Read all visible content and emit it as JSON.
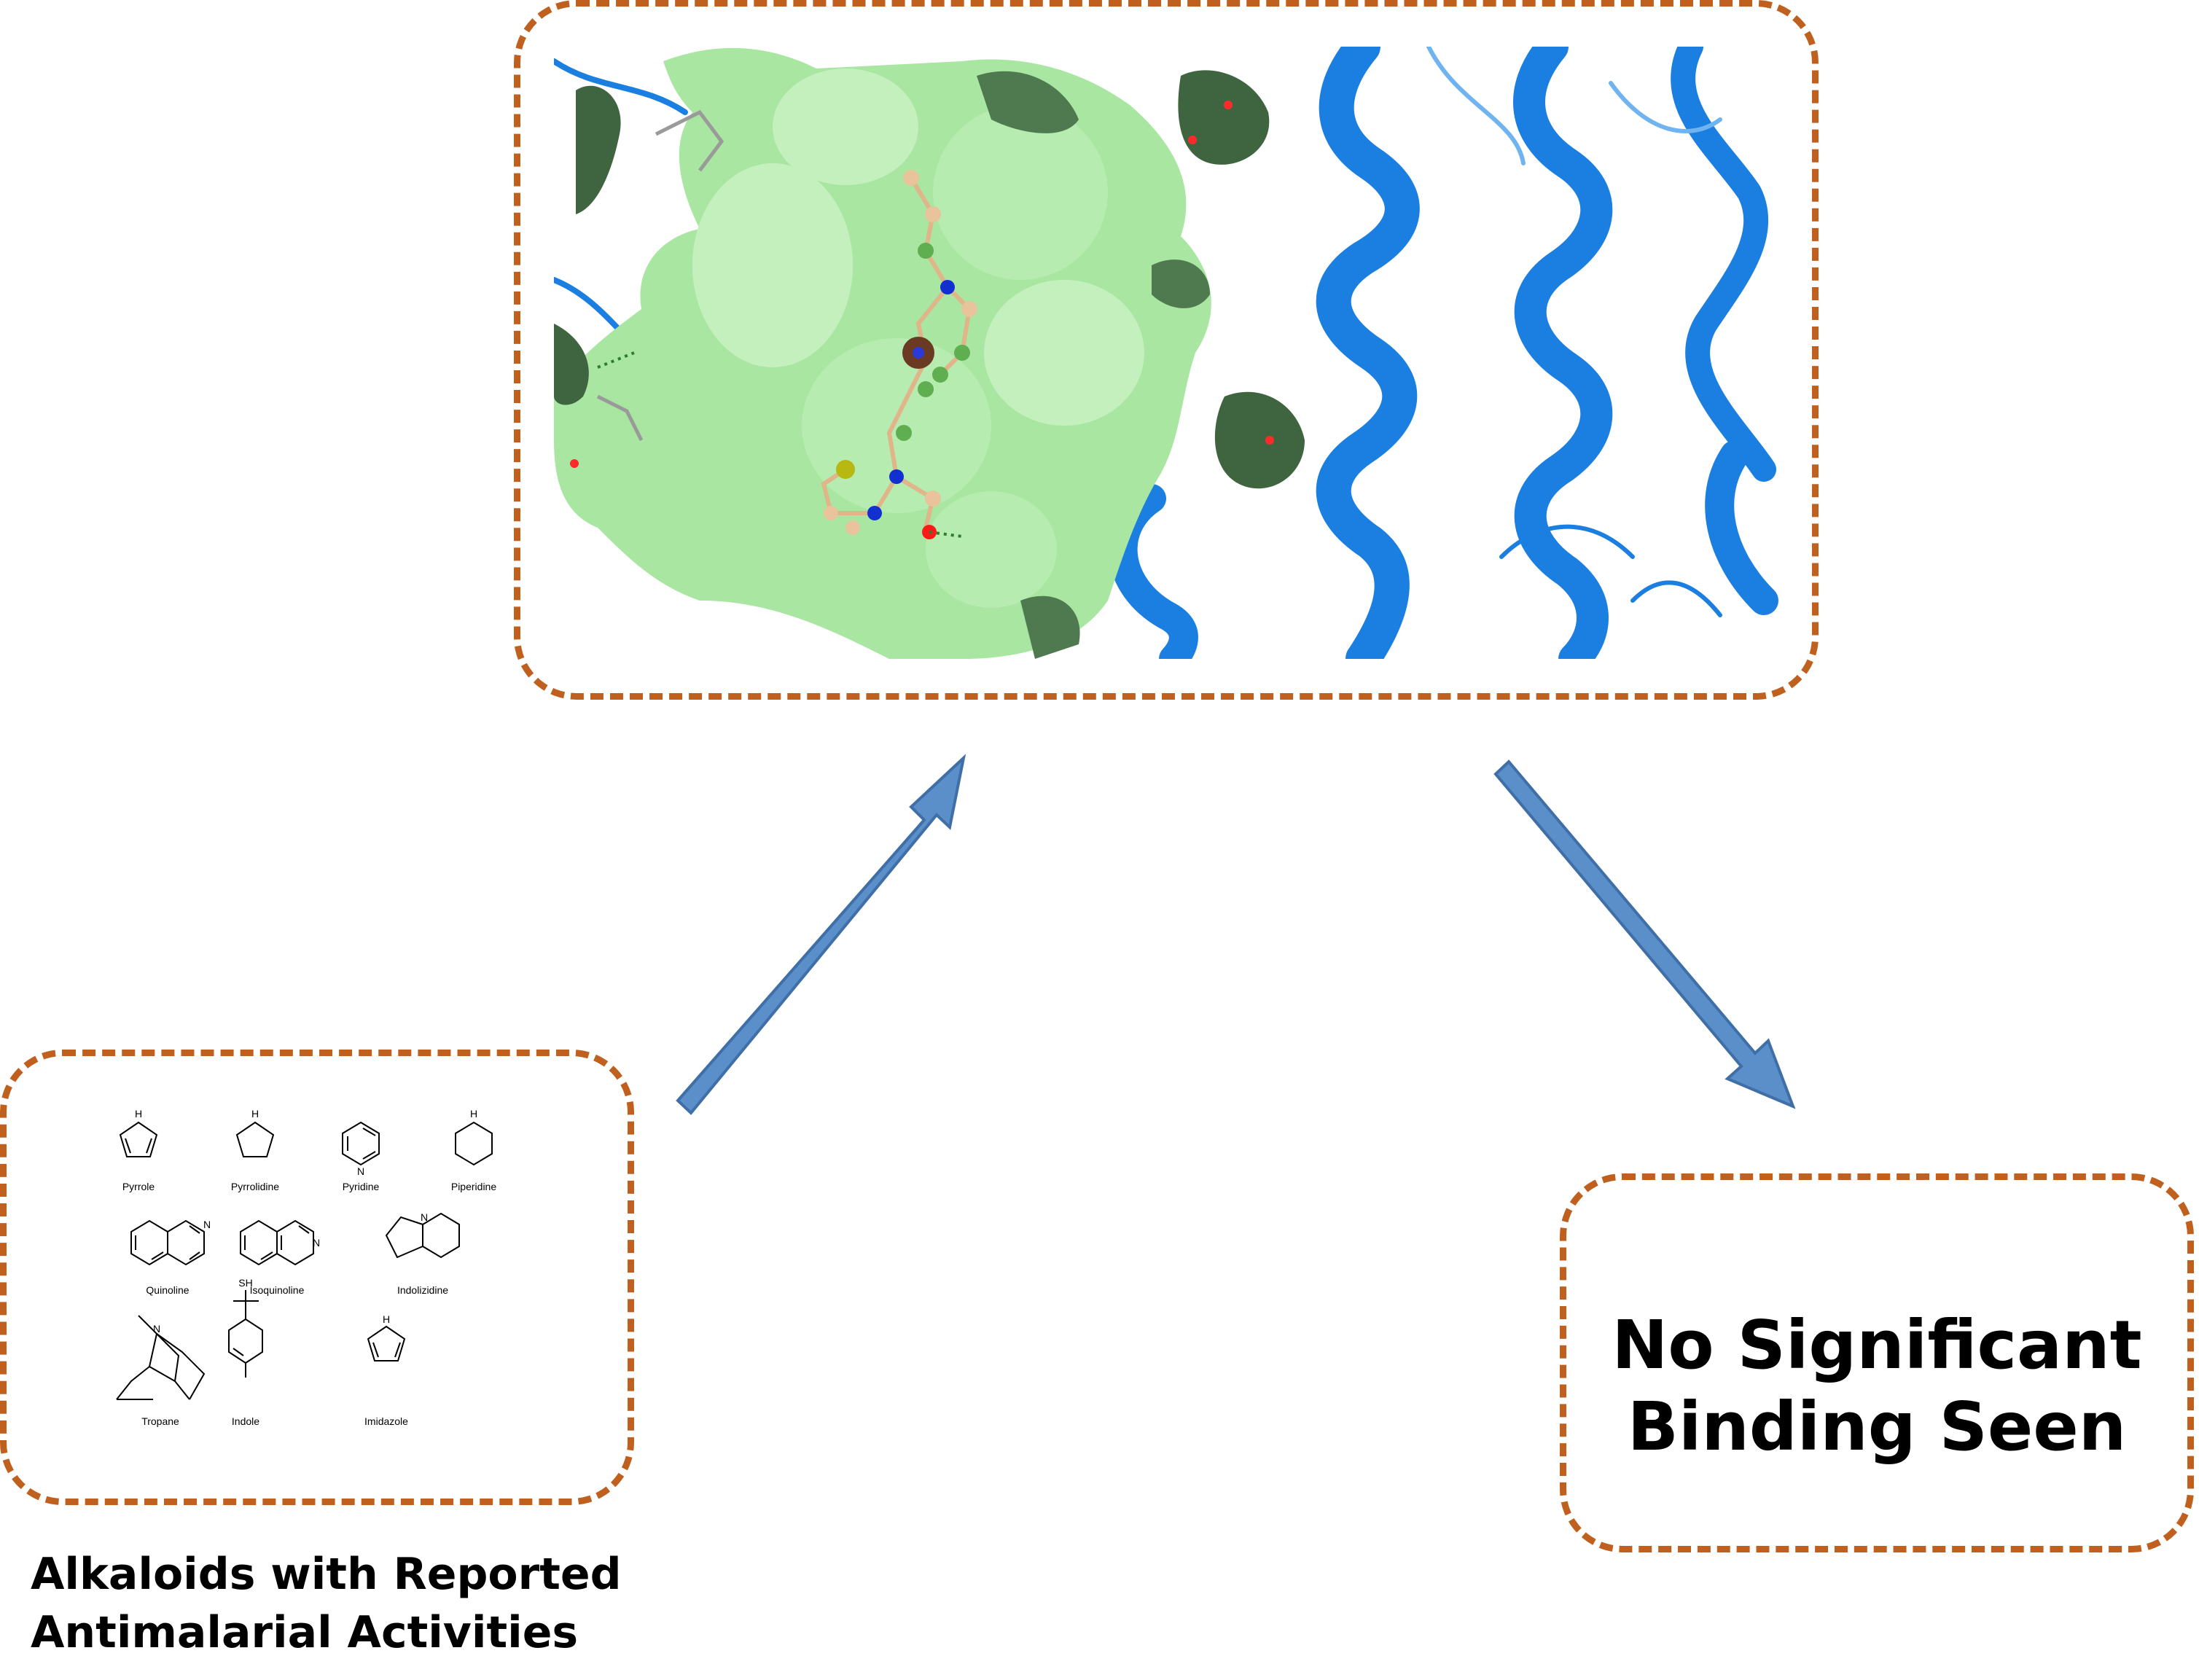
{
  "result_text_line1": "No Significant",
  "result_text_line2": "Binding Seen",
  "caption_line1": "Alkaloids with Reported",
  "caption_line2": "Antimalarial Activities",
  "structures": [
    {
      "name": "Pyrrole",
      "hetero": "H"
    },
    {
      "name": "Pyrrolidine",
      "hetero": "H"
    },
    {
      "name": "Pyridine",
      "hetero": "N"
    },
    {
      "name": "Piperidine",
      "hetero": "H"
    },
    {
      "name": "Quinoline",
      "hetero": "N"
    },
    {
      "name": "Isoquinoline",
      "hetero": "N"
    },
    {
      "name": "Indolizidine",
      "hetero": "N"
    },
    {
      "name": "Tropane",
      "hetero": "N"
    },
    {
      "name": "Indole",
      "hetero": "SH"
    },
    {
      "name": "Imidazole",
      "hetero": "H"
    }
  ],
  "colors": {
    "box_border": "#c0601f",
    "arrow_fill": "#5b8fc9",
    "arrow_stroke": "#3f6fa6",
    "surface_green": "#a8e6a1",
    "protein_blue": "#1a7fe0"
  }
}
